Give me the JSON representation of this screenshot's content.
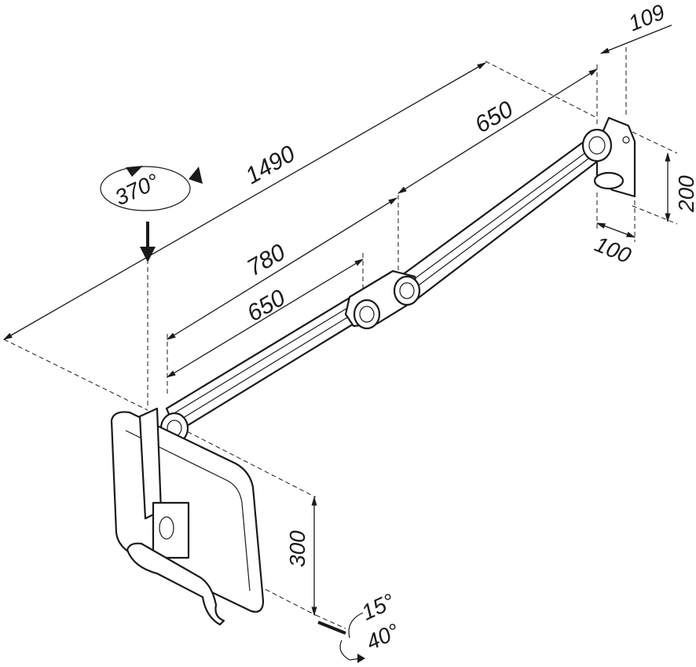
{
  "title": "Monitor wall arm dimension drawing",
  "dimensions": {
    "total_reach": "1490",
    "outer_arm": "650",
    "wall_offset": "109",
    "inner_reach": "780",
    "inner_arm": "650",
    "wall_plate_height": "200",
    "wall_plate_width": "100",
    "height_adjust": "300"
  },
  "angles": {
    "rotation": "370°",
    "tilt": "15°",
    "swivel": "40°"
  },
  "colors": {
    "line": "#1a1a1a",
    "background": "#ffffff",
    "fill": "#d8d8d8"
  }
}
